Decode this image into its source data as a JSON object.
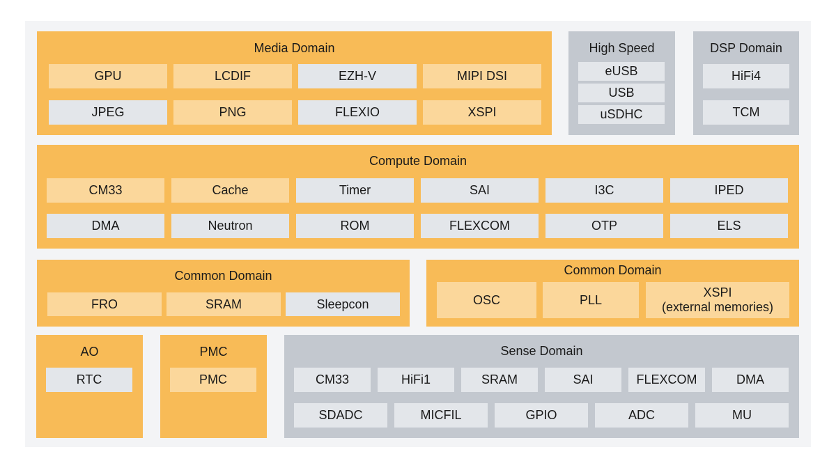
{
  "colors": {
    "domain_orange": "#f8bb57",
    "domain_gray": "#c3c8cf",
    "block_light_orange": "#fbd79b",
    "block_pale_gray": "#e3e6ea",
    "background": "#f3f4f6"
  },
  "media_domain": {
    "title": "Media Domain",
    "blocks": [
      "GPU",
      "LCDIF",
      "EZH-V",
      "MIPI DSI",
      "JPEG",
      "PNG",
      "FLEXIO",
      "XSPI"
    ]
  },
  "high_speed": {
    "title": "High Speed",
    "blocks": [
      "eUSB",
      "USB",
      "uSDHC"
    ]
  },
  "dsp_domain": {
    "title": "DSP Domain",
    "blocks": [
      "HiFi4",
      "TCM"
    ]
  },
  "compute_domain": {
    "title": "Compute Domain",
    "blocks": [
      "CM33",
      "Cache",
      "Timer",
      "SAI",
      "I3C",
      "IPED",
      "DMA",
      "Neutron",
      "ROM",
      "FLEXCOM",
      "OTP",
      "ELS"
    ]
  },
  "common_domain_left": {
    "title": "Common Domain",
    "blocks": [
      "FRO",
      "SRAM",
      "Sleepcon"
    ]
  },
  "common_domain_right": {
    "title": "Common Domain",
    "blocks": [
      "OSC",
      "PLL",
      "XSPI",
      "(external memories)"
    ]
  },
  "ao": {
    "title": "AO",
    "blocks": [
      "RTC"
    ]
  },
  "pmc": {
    "title": "PMC",
    "blocks": [
      "PMC"
    ]
  },
  "sense_domain": {
    "title": "Sense Domain",
    "blocks": [
      "CM33",
      "HiFi1",
      "SRAM",
      "SAI",
      "FLEXCOM",
      "DMA",
      "SDADC",
      "MICFIL",
      "GPIO",
      "ADC",
      "MU"
    ]
  }
}
